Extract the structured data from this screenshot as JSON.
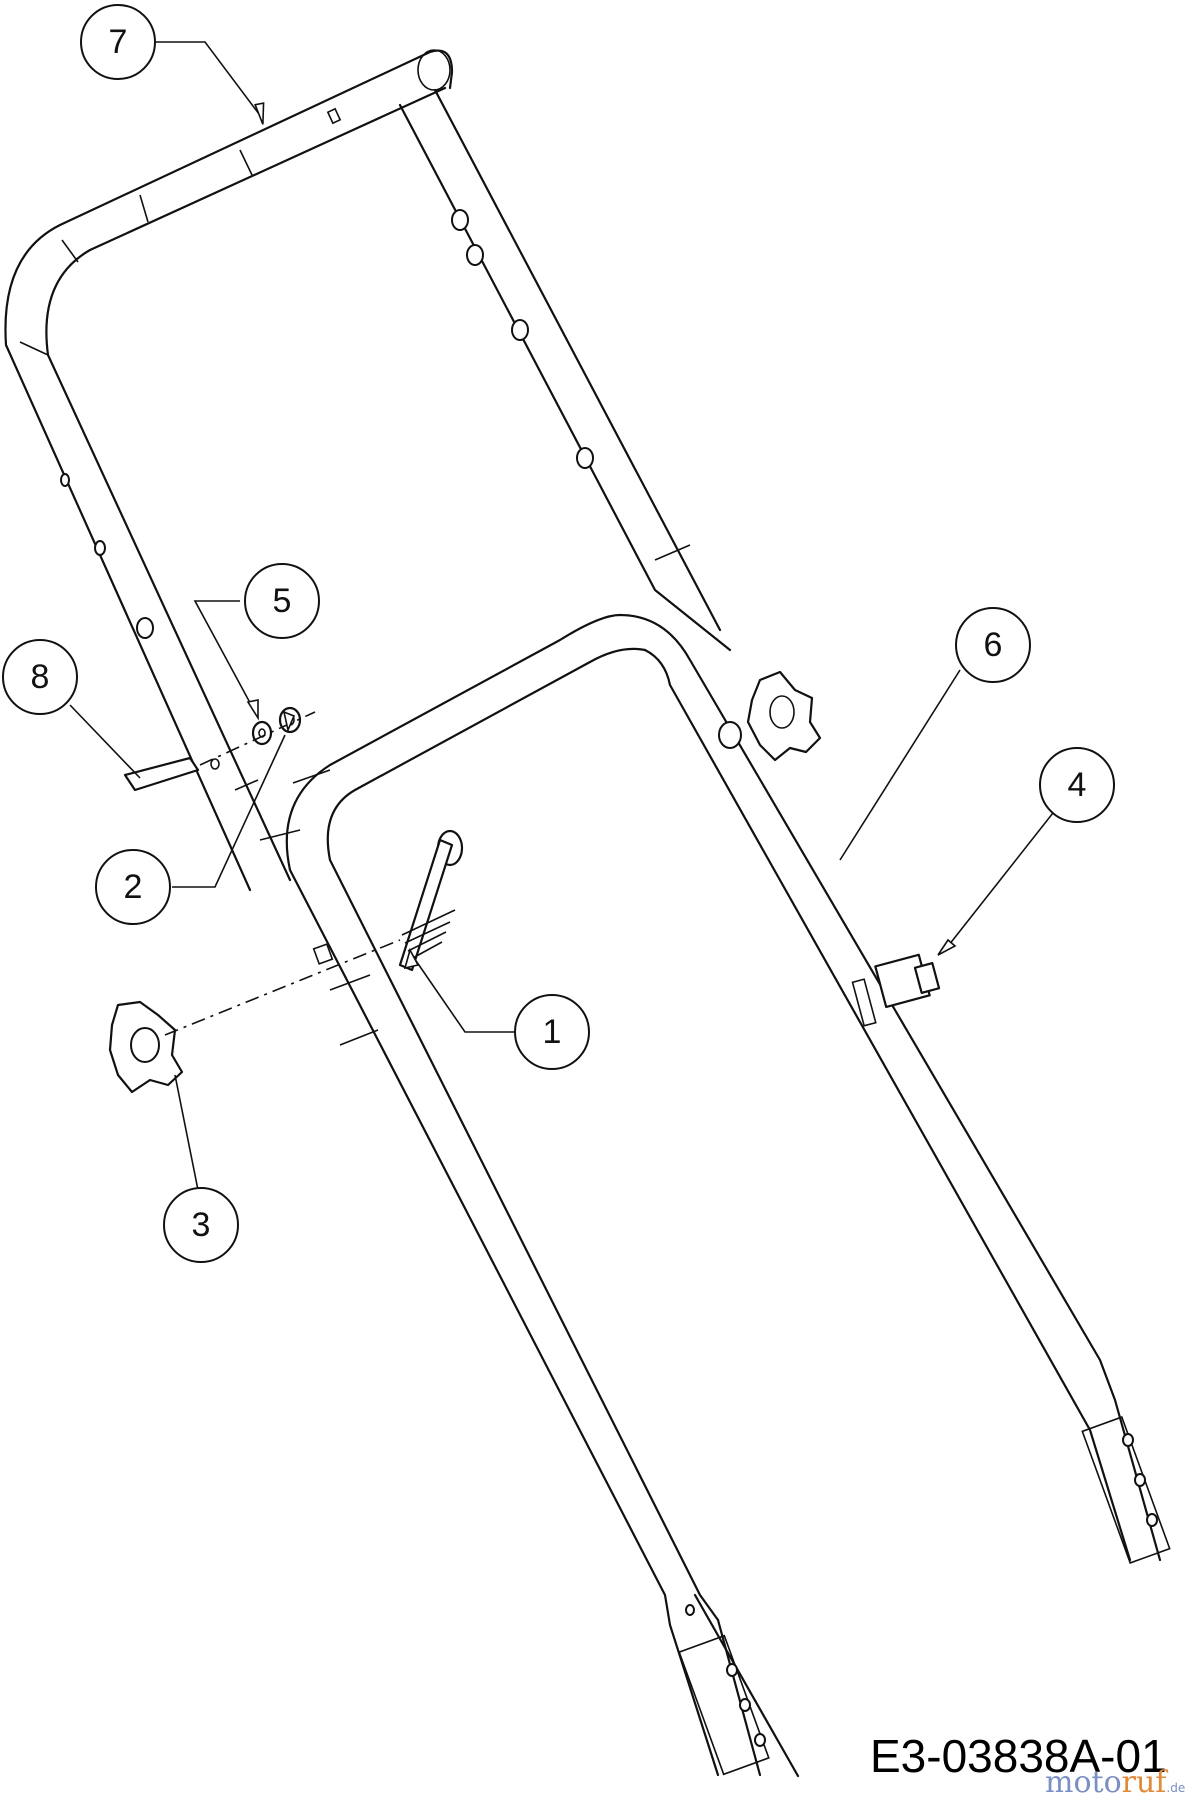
{
  "diagram": {
    "drawing_number": "E3-03838A-01",
    "callouts": [
      "7",
      "5",
      "8",
      "2",
      "6",
      "4",
      "1",
      "3"
    ],
    "watermark": {
      "part1": "moto",
      "part2": "ruf",
      "part3": ".de"
    }
  }
}
